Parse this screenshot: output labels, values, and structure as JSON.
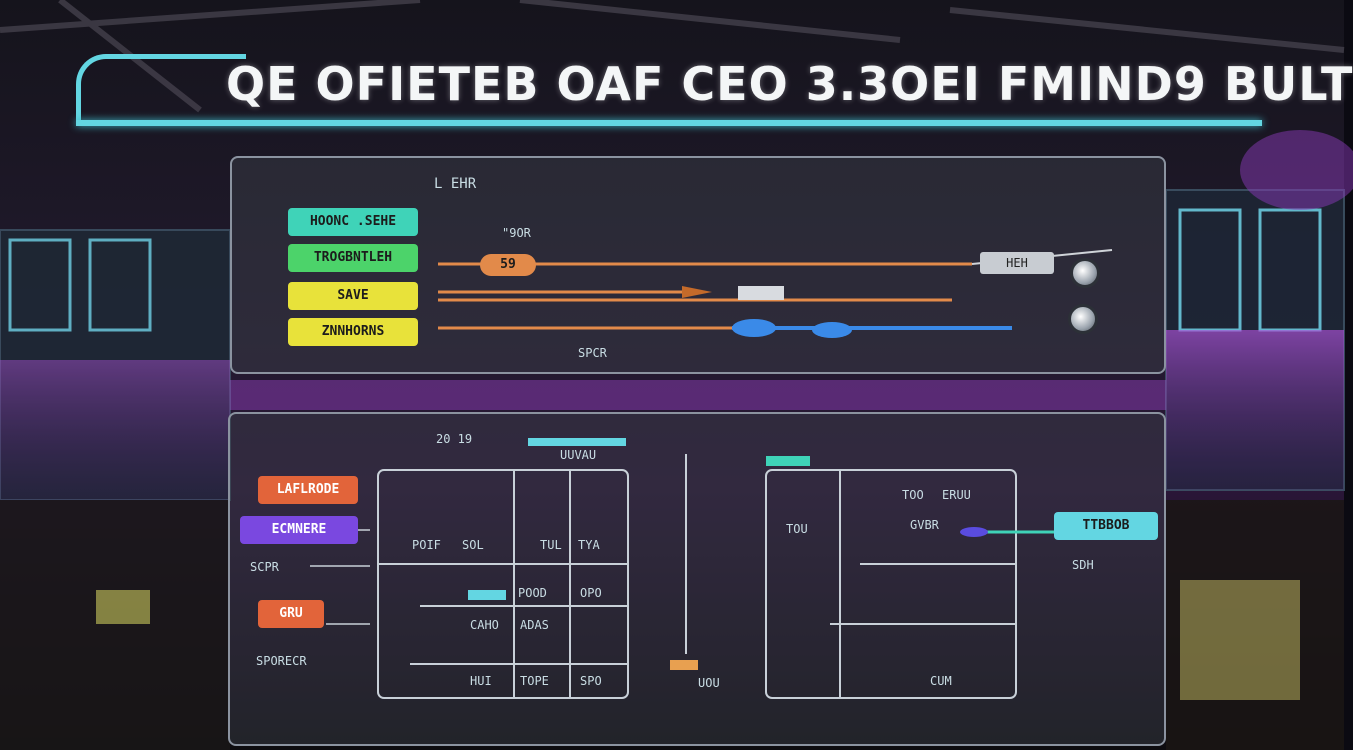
{
  "title": "QE OFIETEB  OAF CEO 3.3OEI FMIND9 BULT",
  "colors": {
    "accent_cyan": "#63d6e2",
    "chip_teal": "#3fd3b8",
    "chip_green": "#4cd36a",
    "chip_yellow": "#e8e23a",
    "chip_orange": "#e2643a",
    "chip_purple": "#7a48e0",
    "wire_orange": "#e28a4a",
    "wire_blue": "#3a8ae8",
    "neon_purple": "#b94cf0"
  },
  "top_panel": {
    "header_label": "L EHR",
    "connector_label": "\"9OR",
    "lower_label": "SPCR",
    "chips": [
      {
        "label": "HOONC .SEHE"
      },
      {
        "label": "TROGBNTLEH"
      },
      {
        "label": "SAVE"
      },
      {
        "label": "ZNNHORNS"
      }
    ],
    "wire_tag_orange": "59",
    "connector_box": "HEH"
  },
  "bottom_panel": {
    "corner_label": "20 19",
    "top_tab_label": "UUVAU",
    "chips": [
      {
        "label": "LAFLRODE"
      },
      {
        "label": "ECMNERE"
      },
      {
        "label": "GRU"
      }
    ],
    "left_labels": [
      "SCPR",
      "SPORECR"
    ],
    "grid_labels": [
      "POIF",
      "SOL",
      "TUL",
      "TYA",
      "POOD",
      "OPO",
      "CAHO",
      "ADAS",
      "HUI",
      "TOPE",
      "SPO",
      "UOU",
      "CUM"
    ],
    "right_labels": [
      "TOU",
      "TOO",
      "ERUU",
      "GVBR",
      "SDH"
    ],
    "cyan_tag_label": "TTBBOB"
  }
}
